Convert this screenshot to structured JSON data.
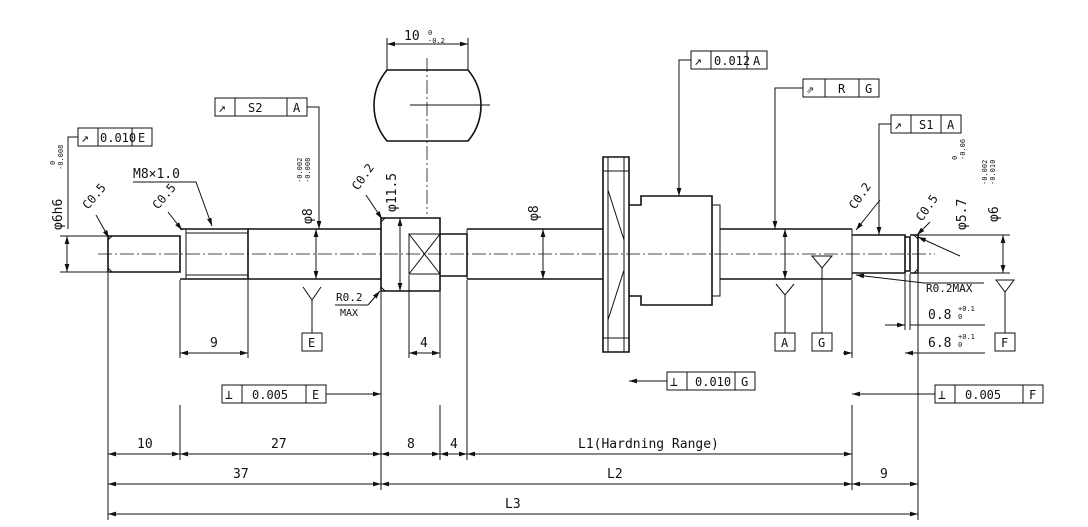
{
  "shaft": {
    "fit_dia": "φ6h6",
    "thread_spec": "M8×1.0",
    "dia_8_tol": "φ8",
    "dia_11_5": "φ11.5",
    "dia_8": "φ8",
    "dia_5_7": "φ5.7",
    "dia_6": "φ6",
    "end_cut": "10"
  },
  "tolerances": {
    "fit_upper": "0",
    "fit_lower": "-0.008",
    "d8_upper": "-0.002",
    "d8_lower": "-0.008",
    "d57_upper": "0",
    "d57_lower": "-0.06",
    "d6_upper": "-0.002",
    "d6_lower": "-0.010",
    "cut_upper": "0",
    "cut_lower": "-0.2",
    "groove_w_tol_upper": "+0.1",
    "groove_w_tol_lower": "0",
    "groove_pos_tol_upper": "+0.1",
    "groove_pos_tol_lower": "0"
  },
  "chamfers": {
    "c05a": "C0.5",
    "c05b": "C0.5",
    "c02a": "C0.2",
    "c02b": "C0.2",
    "c05c": "C0.5"
  },
  "radii": {
    "r02_a": "R0.2",
    "r02_a_sub": "MAX",
    "r02_b": "R0.2MAX"
  },
  "datums": {
    "e": "E",
    "a": "A",
    "g": "G",
    "f": "F"
  },
  "gtol": {
    "runout_sym": "↗",
    "perp_sym": "⊥",
    "total_sym": "⇗",
    "fcf1_val": "0.010",
    "fcf1_ref": "E",
    "fcf2_val": "S2",
    "fcf2_ref": "A",
    "fcf3_val": "0.012",
    "fcf3_ref": "A",
    "fcf4_val": "R",
    "fcf4_ref": "G",
    "fcf5_val": "S1",
    "fcf5_ref": "A",
    "fcf6_val": "0.005",
    "fcf6_ref": "E",
    "fcf7_val": "0.010",
    "fcf7_ref": "G",
    "fcf8_val": "0.005",
    "fcf8_ref": "F"
  },
  "dims": {
    "d9": "9",
    "d4": "4",
    "groove_w": "0.8",
    "groove_pos": "6.8",
    "d10": "10",
    "d27": "27",
    "d8": "8",
    "d4b": "4",
    "l1": "L1(Hardning Range)",
    "d37": "37",
    "l2": "L2",
    "d9b": "9",
    "l3": "L3"
  }
}
